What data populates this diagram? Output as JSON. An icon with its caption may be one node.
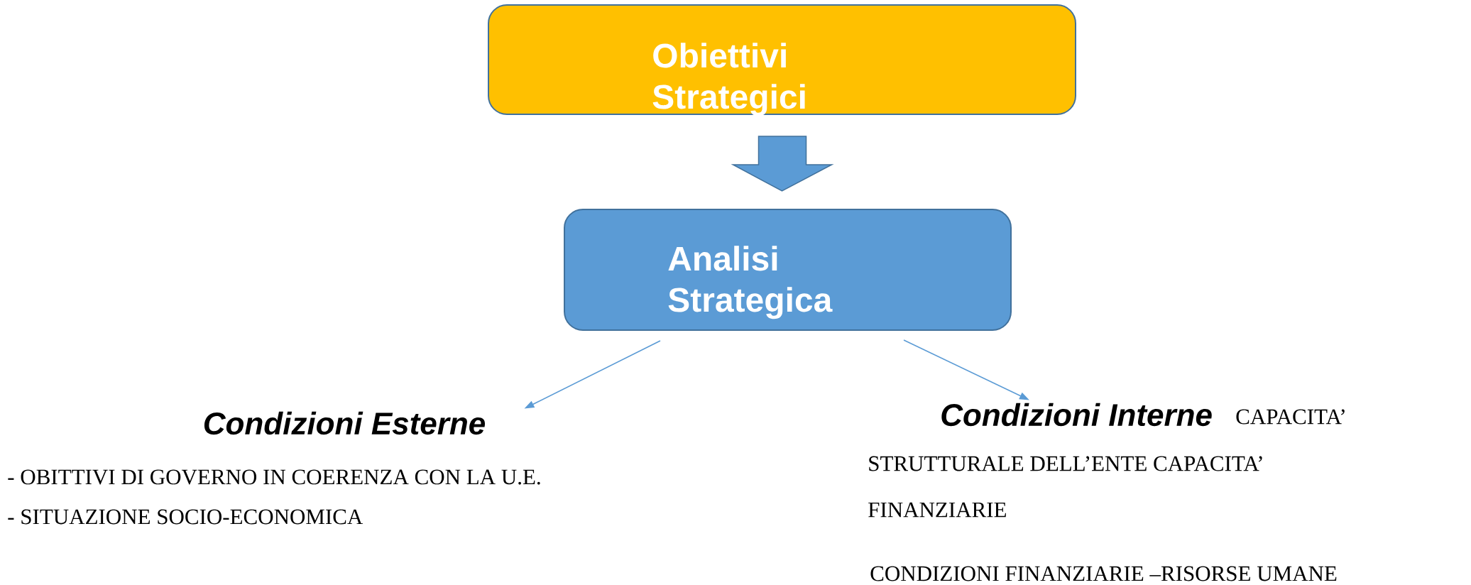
{
  "diagram": {
    "nodes": [
      {
        "text": [
          "Obiettivi Strategici"
        ]
      },
      {
        "text": [
          "Analisi Strategica"
        ]
      },
      {
        "text": [
          "Condizioni Esterne"
        ]
      },
      {
        "text": [
          "Condizioni Interne"
        ]
      }
    ],
    "edges": [
      {
        "from": 0,
        "to": 1,
        "arrow": "to",
        "style": "thick"
      },
      {
        "from": 1,
        "to": 2,
        "arrow": "to"
      },
      {
        "from": 1,
        "to": 3,
        "arrow": "to"
      }
    ],
    "labels": [
      "- OBITTIVI DI GOVERNO IN COERENZA CON LA U.E.",
      "- SITUAZIONE SOCIO-ECONOMICA",
      "CAPACITA’",
      "STRUTTURALE DELL’ENTE  CAPACITA’",
      "FINANZIARIE",
      "CONDIZIONI FINANZIARIE –RISORSE UMANE"
    ]
  }
}
